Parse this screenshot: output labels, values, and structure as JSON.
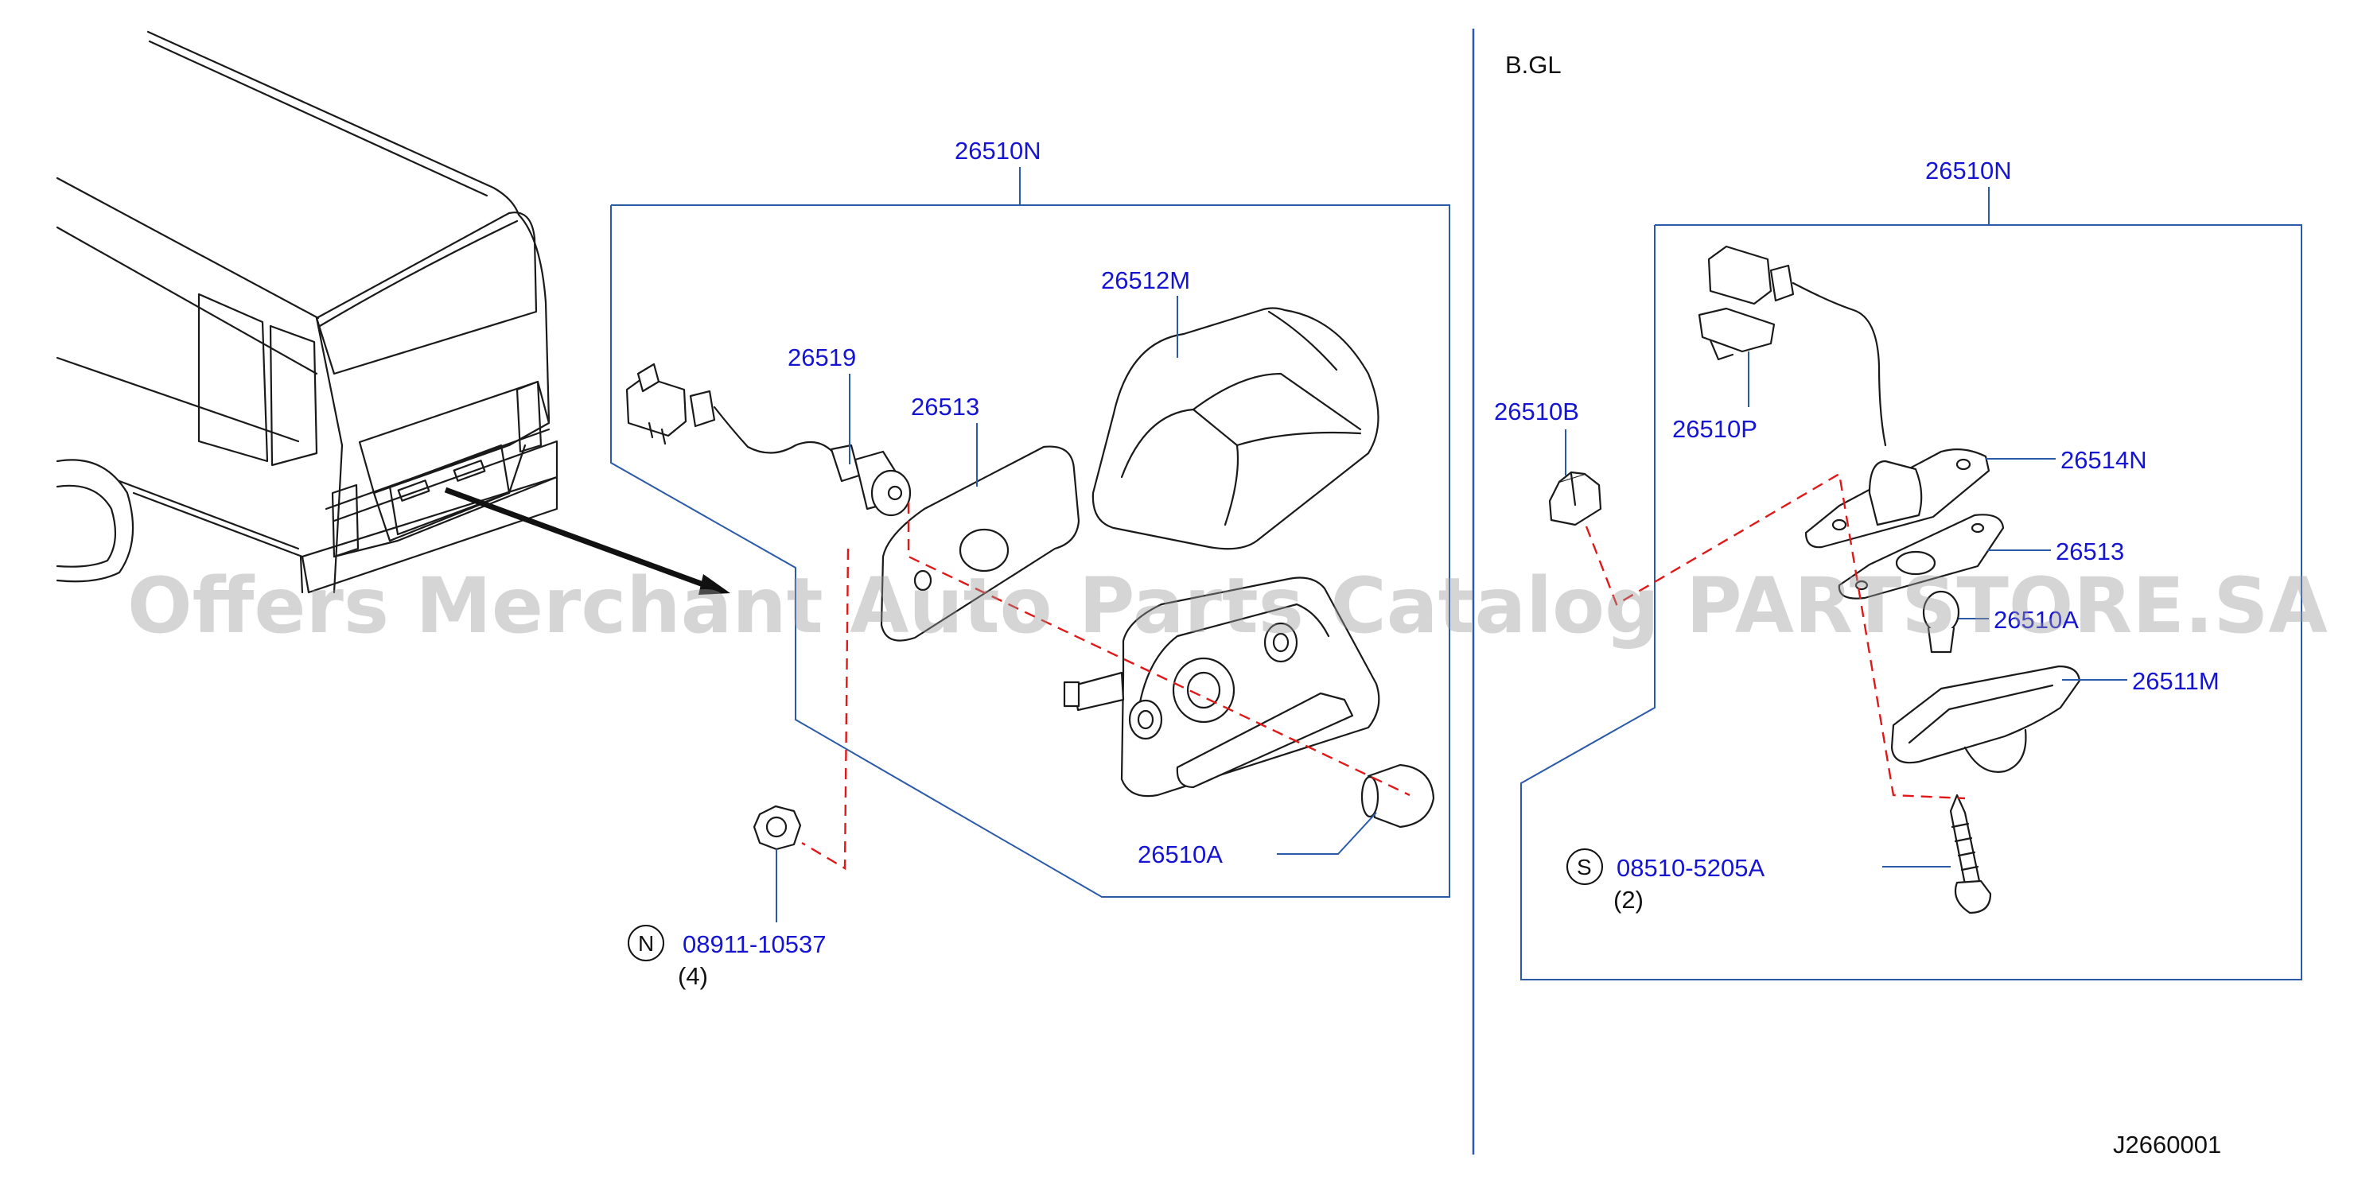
{
  "section_label": "B.GL",
  "diagram_code": "J2660001",
  "watermark": "Offers Merchant Auto Parts Catalog PARTSTORE.SA",
  "labels": {
    "left_assembly": "26510N",
    "lens_cover": "26512M",
    "harness_socket": "26519",
    "gasket_left": "26513",
    "bulb_left": "26510A",
    "nut_part_no": "08911-10537",
    "nut_qty": "(4)",
    "nut_symbol": "N",
    "clip": "26510B",
    "right_assembly": "26510N",
    "connector_bracket": "26510P",
    "housing_right": "26514N",
    "gasket_right": "26513",
    "bulb_right": "26510A",
    "lens_right": "26511M",
    "screw_part_no": "08510-5205A",
    "screw_qty": "(2)",
    "screw_symbol": "S"
  },
  "colors": {
    "label": "#1414d2",
    "frame": "#2a5aa8",
    "dashed": "#e01818",
    "line": "#1a1a1a"
  }
}
